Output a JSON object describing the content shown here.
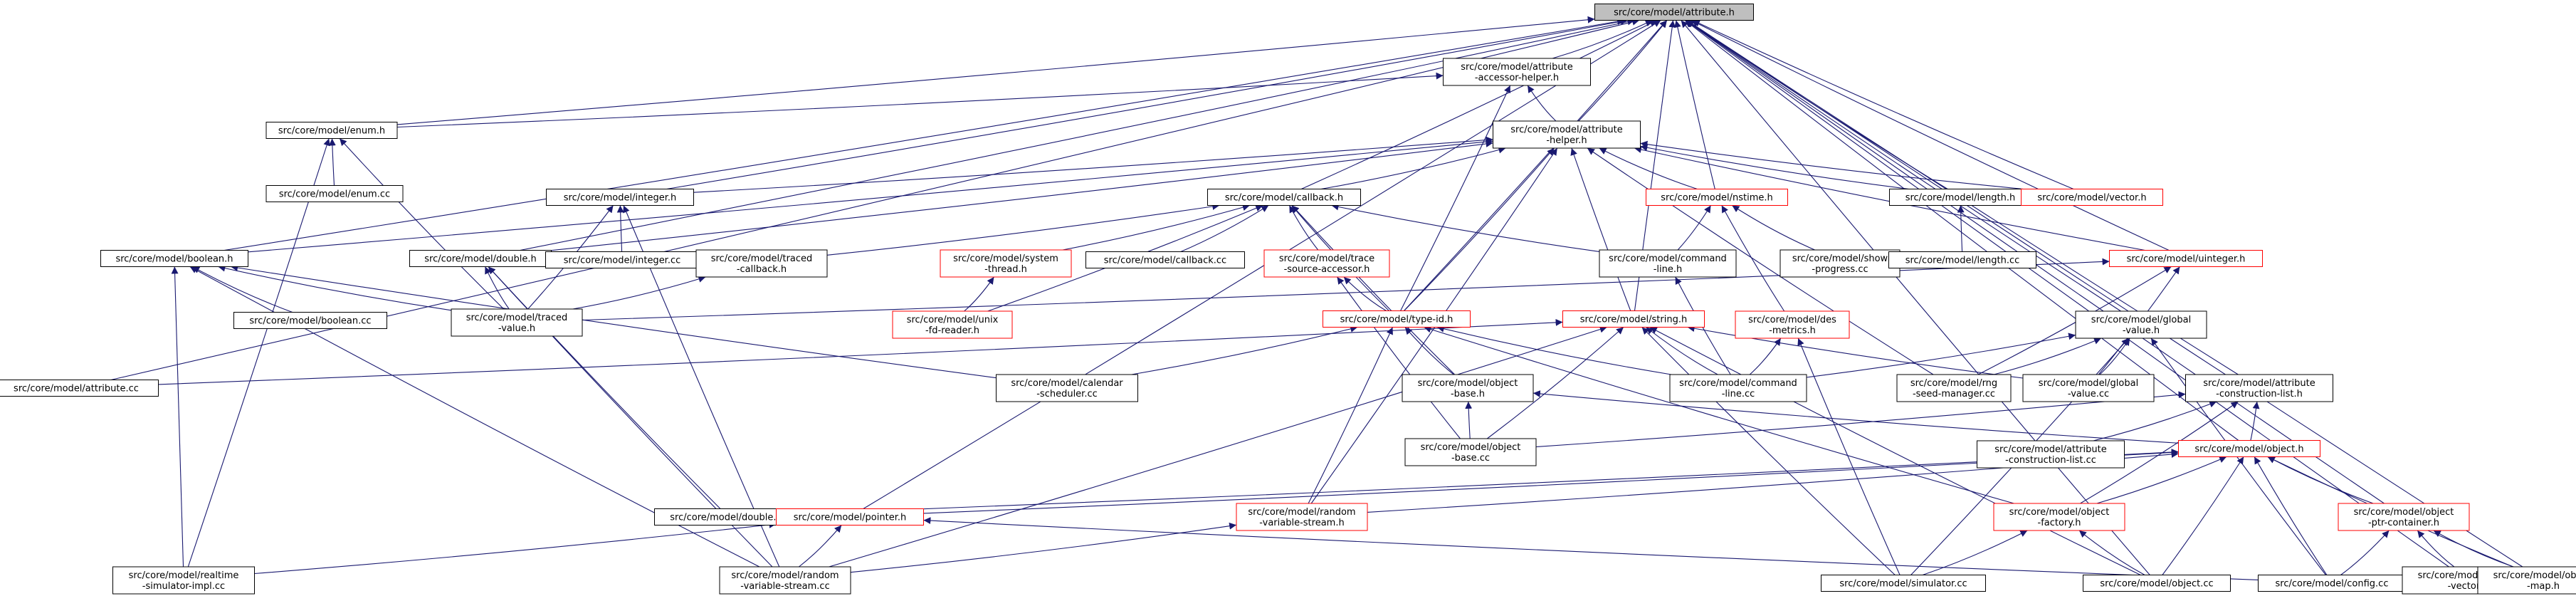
{
  "colors": {
    "edge": "#191970",
    "border_black": "#000000",
    "border_red": "#ff0000",
    "root_fill": "#bfbfbf",
    "node_fill": "#ffffff",
    "text": "#000000"
  },
  "nodes": [
    {
      "id": "attribute_h",
      "lines": [
        "src/core/model/attribute.h"
      ],
      "border": "black",
      "root": true
    },
    {
      "id": "accessor_helper",
      "lines": [
        "src/core/model/attribute",
        "-accessor-helper.h"
      ],
      "border": "black"
    },
    {
      "id": "enum_h",
      "lines": [
        "src/core/model/enum.h"
      ],
      "border": "black"
    },
    {
      "id": "attr_helper",
      "lines": [
        "src/core/model/attribute",
        "-helper.h"
      ],
      "border": "black"
    },
    {
      "id": "enum_cc",
      "lines": [
        "src/core/model/enum.cc"
      ],
      "border": "black"
    },
    {
      "id": "integer_h",
      "lines": [
        "src/core/model/integer.h"
      ],
      "border": "black"
    },
    {
      "id": "callback_h",
      "lines": [
        "src/core/model/callback.h"
      ],
      "border": "black"
    },
    {
      "id": "nstime_h",
      "lines": [
        "src/core/model/nstime.h"
      ],
      "border": "red"
    },
    {
      "id": "length_h",
      "lines": [
        "src/core/model/length.h"
      ],
      "border": "black"
    },
    {
      "id": "vector_h",
      "lines": [
        "src/core/model/vector.h"
      ],
      "border": "red"
    },
    {
      "id": "boolean_h",
      "lines": [
        "src/core/model/boolean.h"
      ],
      "border": "black"
    },
    {
      "id": "double_h",
      "lines": [
        "src/core/model/double.h"
      ],
      "border": "black"
    },
    {
      "id": "integer_cc",
      "lines": [
        "src/core/model/integer.cc"
      ],
      "border": "black"
    },
    {
      "id": "traced_callback",
      "lines": [
        "src/core/model/traced",
        "-callback.h"
      ],
      "border": "black"
    },
    {
      "id": "system_thread",
      "lines": [
        "src/core/model/system",
        "-thread.h"
      ],
      "border": "red"
    },
    {
      "id": "callback_cc",
      "lines": [
        "src/core/model/callback.cc"
      ],
      "border": "black"
    },
    {
      "id": "trace_source",
      "lines": [
        "src/core/model/trace",
        "-source-accessor.h"
      ],
      "border": "red"
    },
    {
      "id": "command_line_h",
      "lines": [
        "src/core/model/command",
        "-line.h"
      ],
      "border": "black"
    },
    {
      "id": "show_progress",
      "lines": [
        "src/core/model/show",
        "-progress.cc"
      ],
      "border": "black"
    },
    {
      "id": "length_cc",
      "lines": [
        "src/core/model/length.cc"
      ],
      "border": "black"
    },
    {
      "id": "uinteger_h",
      "lines": [
        "src/core/model/uinteger.h"
      ],
      "border": "red"
    },
    {
      "id": "boolean_cc",
      "lines": [
        "src/core/model/boolean.cc"
      ],
      "border": "black"
    },
    {
      "id": "traced_value",
      "lines": [
        "src/core/model/traced",
        "-value.h"
      ],
      "border": "black"
    },
    {
      "id": "unix_fd",
      "lines": [
        "src/core/model/unix",
        "-fd-reader.h"
      ],
      "border": "red"
    },
    {
      "id": "type_id",
      "lines": [
        "src/core/model/type-id.h"
      ],
      "border": "red"
    },
    {
      "id": "string_h",
      "lines": [
        "src/core/model/string.h"
      ],
      "border": "red"
    },
    {
      "id": "des_metrics",
      "lines": [
        "src/core/model/des",
        "-metrics.h"
      ],
      "border": "red"
    },
    {
      "id": "global_value_h",
      "lines": [
        "src/core/model/global",
        "-value.h"
      ],
      "border": "black"
    },
    {
      "id": "attribute_cc",
      "lines": [
        "src/core/model/attribute.cc"
      ],
      "border": "black"
    },
    {
      "id": "calendar",
      "lines": [
        "src/core/model/calendar",
        "-scheduler.cc"
      ],
      "border": "black"
    },
    {
      "id": "object_base_h",
      "lines": [
        "src/core/model/object",
        "-base.h"
      ],
      "border": "black"
    },
    {
      "id": "command_line_cc",
      "lines": [
        "src/core/model/command",
        "-line.cc"
      ],
      "border": "black"
    },
    {
      "id": "rng_seed",
      "lines": [
        "src/core/model/rng",
        "-seed-manager.cc"
      ],
      "border": "black"
    },
    {
      "id": "global_value_cc",
      "lines": [
        "src/core/model/global",
        "-value.cc"
      ],
      "border": "black"
    },
    {
      "id": "attr_construct_h",
      "lines": [
        "src/core/model/attribute",
        "-construction-list.h"
      ],
      "border": "black"
    },
    {
      "id": "object_base_cc",
      "lines": [
        "src/core/model/object",
        "-base.cc"
      ],
      "border": "black"
    },
    {
      "id": "attr_construct_cc",
      "lines": [
        "src/core/model/attribute",
        "-construction-list.cc"
      ],
      "border": "black"
    },
    {
      "id": "object_h",
      "lines": [
        "src/core/model/object.h"
      ],
      "border": "red"
    },
    {
      "id": "double_cc",
      "lines": [
        "src/core/model/double.cc"
      ],
      "border": "black"
    },
    {
      "id": "pointer_h",
      "lines": [
        "src/core/model/pointer.h"
      ],
      "border": "red"
    },
    {
      "id": "rvs_h",
      "lines": [
        "src/core/model/random",
        "-variable-stream.h"
      ],
      "border": "red"
    },
    {
      "id": "object_factory",
      "lines": [
        "src/core/model/object",
        "-factory.h"
      ],
      "border": "red"
    },
    {
      "id": "ptr_container",
      "lines": [
        "src/core/model/object",
        "-ptr-container.h"
      ],
      "border": "red"
    },
    {
      "id": "realtime",
      "lines": [
        "src/core/model/realtime",
        "-simulator-impl.cc"
      ],
      "border": "black"
    },
    {
      "id": "rvs_cc",
      "lines": [
        "src/core/model/random",
        "-variable-stream.cc"
      ],
      "border": "black"
    },
    {
      "id": "simulator_cc",
      "lines": [
        "src/core/model/simulator.cc"
      ],
      "border": "black"
    },
    {
      "id": "object_cc",
      "lines": [
        "src/core/model/object.cc"
      ],
      "border": "black"
    },
    {
      "id": "config_cc",
      "lines": [
        "src/core/model/config.cc"
      ],
      "border": "black"
    },
    {
      "id": "object_vector",
      "lines": [
        "src/core/model/object",
        "-vector.h"
      ],
      "border": "black"
    },
    {
      "id": "object_map",
      "lines": [
        "src/core/model/object",
        "-map.h"
      ],
      "border": "black"
    }
  ],
  "edges": [
    [
      "accessor_helper",
      "attribute_h"
    ],
    [
      "enum_h",
      "attribute_h"
    ],
    [
      "attr_helper",
      "attribute_h"
    ],
    [
      "integer_h",
      "attribute_h"
    ],
    [
      "callback_h",
      "attribute_h"
    ],
    [
      "nstime_h",
      "attribute_h"
    ],
    [
      "length_h",
      "attribute_h"
    ],
    [
      "vector_h",
      "attribute_h"
    ],
    [
      "boolean_h",
      "attribute_h"
    ],
    [
      "double_h",
      "attribute_h"
    ],
    [
      "uinteger_h",
      "attribute_h"
    ],
    [
      "type_id",
      "attribute_h"
    ],
    [
      "string_h",
      "attribute_h"
    ],
    [
      "global_value_h",
      "attribute_h"
    ],
    [
      "attribute_cc",
      "attribute_h"
    ],
    [
      "attr_construct_h",
      "attribute_h"
    ],
    [
      "object_h",
      "attribute_h"
    ],
    [
      "pointer_h",
      "attribute_h"
    ],
    [
      "ptr_container",
      "attribute_h"
    ],
    [
      "object_cc",
      "attribute_h"
    ],
    [
      "object_vector",
      "attribute_h"
    ],
    [
      "object_map",
      "attribute_h"
    ],
    [
      "attr_helper",
      "accessor_helper"
    ],
    [
      "enum_h",
      "accessor_helper"
    ],
    [
      "type_id",
      "accessor_helper"
    ],
    [
      "enum_cc",
      "enum_h"
    ],
    [
      "traced_value",
      "enum_h"
    ],
    [
      "realtime",
      "enum_h"
    ],
    [
      "integer_h",
      "attr_helper"
    ],
    [
      "callback_h",
      "attr_helper"
    ],
    [
      "nstime_h",
      "attr_helper"
    ],
    [
      "length_h",
      "attr_helper"
    ],
    [
      "vector_h",
      "attr_helper"
    ],
    [
      "uinteger_h",
      "attr_helper"
    ],
    [
      "boolean_h",
      "attr_helper"
    ],
    [
      "double_h",
      "attr_helper"
    ],
    [
      "type_id",
      "attr_helper"
    ],
    [
      "string_h",
      "attr_helper"
    ],
    [
      "rvs_h",
      "attr_helper"
    ],
    [
      "rng_seed",
      "attr_helper"
    ],
    [
      "integer_cc",
      "integer_h"
    ],
    [
      "traced_value",
      "integer_h"
    ],
    [
      "rvs_cc",
      "integer_h"
    ],
    [
      "traced_callback",
      "callback_h"
    ],
    [
      "system_thread",
      "callback_h"
    ],
    [
      "callback_cc",
      "callback_h"
    ],
    [
      "trace_source",
      "callback_h"
    ],
    [
      "command_line_h",
      "callback_h"
    ],
    [
      "type_id",
      "callback_h"
    ],
    [
      "object_base_h",
      "callback_h"
    ],
    [
      "unix_fd",
      "callback_h"
    ],
    [
      "command_line_h",
      "nstime_h"
    ],
    [
      "show_progress",
      "nstime_h"
    ],
    [
      "des_metrics",
      "nstime_h"
    ],
    [
      "length_cc",
      "length_h"
    ],
    [
      "boolean_cc",
      "boolean_h"
    ],
    [
      "traced_value",
      "boolean_h"
    ],
    [
      "realtime",
      "boolean_h"
    ],
    [
      "calendar",
      "boolean_h"
    ],
    [
      "rvs_cc",
      "boolean_h"
    ],
    [
      "traced_value",
      "double_h"
    ],
    [
      "double_cc",
      "double_h"
    ],
    [
      "rvs_cc",
      "double_h"
    ],
    [
      "traced_value",
      "traced_callback"
    ],
    [
      "unix_fd",
      "system_thread"
    ],
    [
      "type_id",
      "trace_source"
    ],
    [
      "object_base_cc",
      "trace_source"
    ],
    [
      "command_line_cc",
      "command_line_h"
    ],
    [
      "traced_value",
      "uinteger_h"
    ],
    [
      "rng_seed",
      "uinteger_h"
    ],
    [
      "global_value_cc",
      "uinteger_h"
    ],
    [
      "calendar",
      "type_id"
    ],
    [
      "object_base_h",
      "type_id"
    ],
    [
      "command_line_cc",
      "type_id"
    ],
    [
      "rvs_h",
      "type_id"
    ],
    [
      "object_factory",
      "type_id"
    ],
    [
      "attribute_cc",
      "string_h"
    ],
    [
      "object_base_cc",
      "string_h"
    ],
    [
      "command_line_cc",
      "string_h"
    ],
    [
      "global_value_cc",
      "string_h"
    ],
    [
      "simulator_cc",
      "string_h"
    ],
    [
      "rvs_cc",
      "string_h"
    ],
    [
      "object_cc",
      "string_h"
    ],
    [
      "command_line_cc",
      "des_metrics"
    ],
    [
      "simulator_cc",
      "des_metrics"
    ],
    [
      "command_line_cc",
      "global_value_h"
    ],
    [
      "rng_seed",
      "global_value_h"
    ],
    [
      "global_value_cc",
      "global_value_h"
    ],
    [
      "config_cc",
      "global_value_h"
    ],
    [
      "simulator_cc",
      "global_value_h"
    ],
    [
      "object_base_cc",
      "object_base_h"
    ],
    [
      "object_h",
      "object_base_h"
    ],
    [
      "attr_construct_cc",
      "attr_construct_h"
    ],
    [
      "object_h",
      "attr_construct_h"
    ],
    [
      "object_base_cc",
      "attr_construct_h"
    ],
    [
      "object_factory",
      "attr_construct_h"
    ],
    [
      "double_cc",
      "object_h"
    ],
    [
      "pointer_h",
      "object_h"
    ],
    [
      "rvs_h",
      "object_h"
    ],
    [
      "object_factory",
      "object_h"
    ],
    [
      "ptr_container",
      "object_h"
    ],
    [
      "object_cc",
      "object_h"
    ],
    [
      "config_cc",
      "object_h"
    ],
    [
      "object_map",
      "object_h"
    ],
    [
      "realtime",
      "pointer_h"
    ],
    [
      "rvs_cc",
      "pointer_h"
    ],
    [
      "config_cc",
      "pointer_h"
    ],
    [
      "rvs_cc",
      "rvs_h"
    ],
    [
      "simulator_cc",
      "object_factory"
    ],
    [
      "object_cc",
      "object_factory"
    ],
    [
      "config_cc",
      "ptr_container"
    ],
    [
      "object_vector",
      "ptr_container"
    ],
    [
      "object_map",
      "ptr_container"
    ]
  ]
}
